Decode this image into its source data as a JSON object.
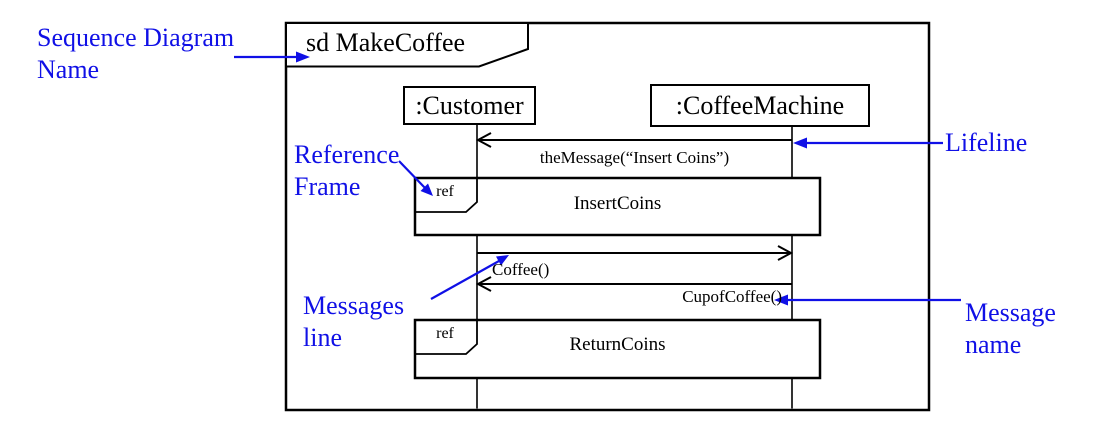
{
  "colors": {
    "annotation_blue": "#1010e6",
    "diagram_line": "#000000",
    "background": "#ffffff"
  },
  "diagram": {
    "frame_title": "sd MakeCoffee",
    "participants": [
      {
        "name": ":Customer"
      },
      {
        "name": ":CoffeeMachine"
      }
    ],
    "messages": [
      {
        "label": "theMessage(“Insert Coins”)",
        "from": ":CoffeeMachine",
        "to": ":Customer",
        "direction": "left"
      },
      {
        "label": "Coffee()",
        "from": ":Customer",
        "to": ":CoffeeMachine",
        "direction": "right"
      },
      {
        "label": "CupofCoffee()",
        "from": ":CoffeeMachine",
        "to": ":Customer",
        "direction": "left"
      }
    ],
    "ref_frames": [
      {
        "keyword": "ref",
        "label": "InsertCoins"
      },
      {
        "keyword": "ref",
        "label": "ReturnCoins"
      }
    ]
  },
  "annotations": {
    "sequence_diagram_name": {
      "line1": "Sequence Diagram",
      "line2": "Name"
    },
    "reference_frame": {
      "line1": "Reference",
      "line2": "Frame"
    },
    "messages_line": {
      "line1": "Messages",
      "line2": "line"
    },
    "lifeline": {
      "line1": "Lifeline"
    },
    "message_name": {
      "line1": "Message",
      "line2": "name"
    }
  }
}
